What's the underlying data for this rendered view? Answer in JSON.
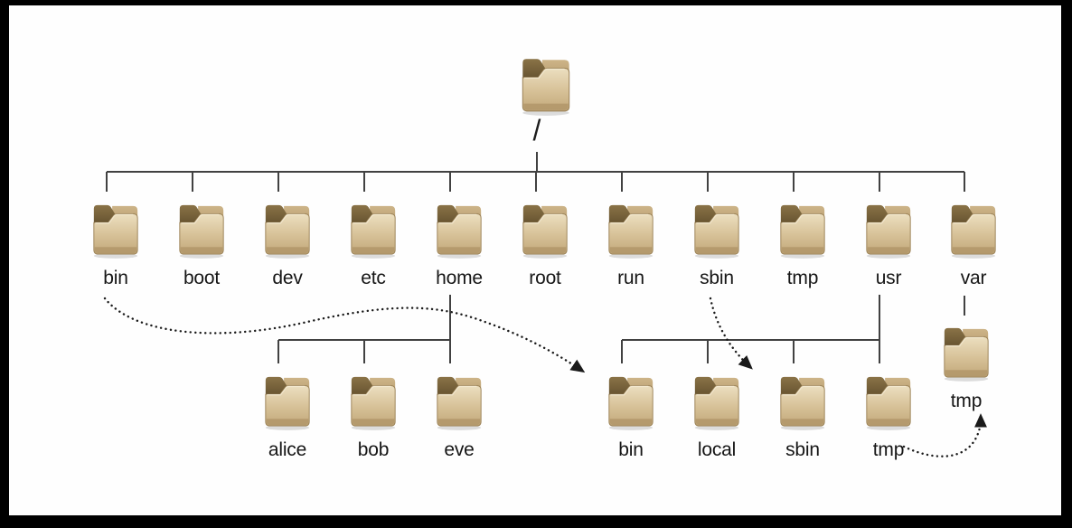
{
  "figure": {
    "title_hint": "Linux filesystem hierarchy diagram",
    "colors": {
      "background": "#fefefe",
      "frame": "#000000",
      "connector_line": "#414141",
      "arrow_dots": "#1a1a1a",
      "folder_front": "#d6c096",
      "folder_front_light": "#e9dcbc",
      "folder_back": "#c4ab7d",
      "folder_tab": "#6f5a38",
      "label_text": "#161616"
    }
  },
  "tree": {
    "root_label": "/",
    "level1": [
      "bin",
      "boot",
      "dev",
      "etc",
      "home",
      "root",
      "run",
      "sbin",
      "tmp",
      "usr",
      "var"
    ],
    "home_children": [
      "alice",
      "bob",
      "eve"
    ],
    "usr_children": [
      "bin",
      "local",
      "sbin",
      "tmp"
    ],
    "var_children": [
      "tmp"
    ],
    "links": [
      {
        "from": "/bin",
        "to": "/usr/bin",
        "style": "dotted-arrow"
      },
      {
        "from": "/sbin",
        "to": "/usr/sbin",
        "style": "dotted-arrow"
      },
      {
        "from": "/usr/tmp",
        "to": "/var/tmp",
        "style": "dotted-arrow"
      }
    ]
  }
}
